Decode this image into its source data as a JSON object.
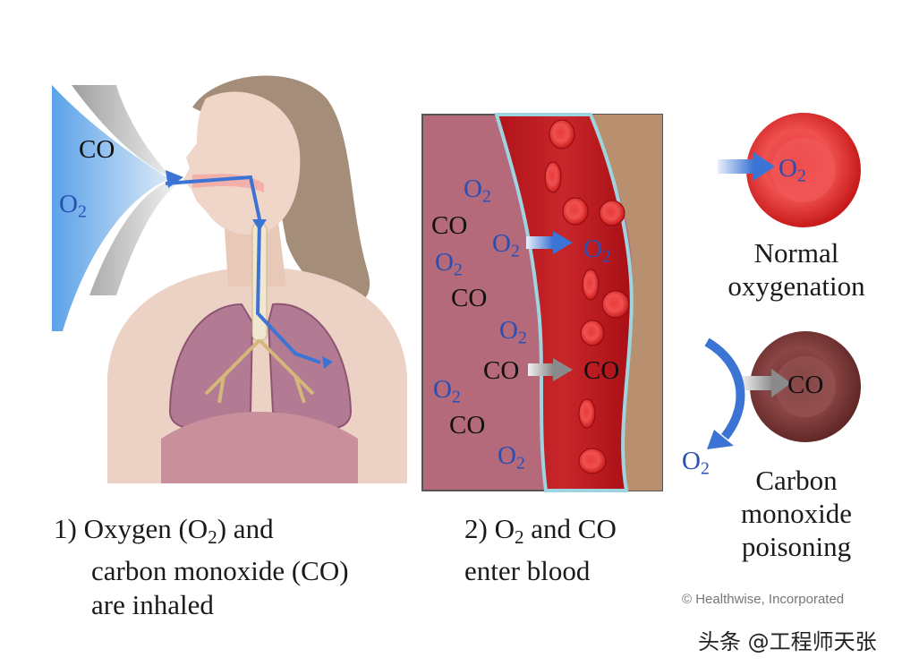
{
  "labels": {
    "co": "CO",
    "o": "O",
    "sub2": "2"
  },
  "panel1": {
    "caption_l1_pre": "1) Oxygen (O",
    "caption_l1_post": ") and",
    "caption_l2": "carbon monoxide (CO)",
    "caption_l3": "are inhaled"
  },
  "panel2": {
    "caption_l1_pre": "2) O",
    "caption_l1_post": "and CO",
    "caption_l2": "enter blood"
  },
  "panel3": {
    "normal_l1": "Normal",
    "normal_l2": "oxygenation",
    "poison_l1": "Carbon",
    "poison_l2": "monoxide",
    "poison_l3": "poisoning"
  },
  "credit": "© Healthwise, Incorporated",
  "watermark": "头条 @工程师天张",
  "colors": {
    "oxygen": "#2a4fb3",
    "blood_red": "#d4191f",
    "poisoned_cell": "#7a3434",
    "vessel_tissue": "#b56a7c"
  }
}
